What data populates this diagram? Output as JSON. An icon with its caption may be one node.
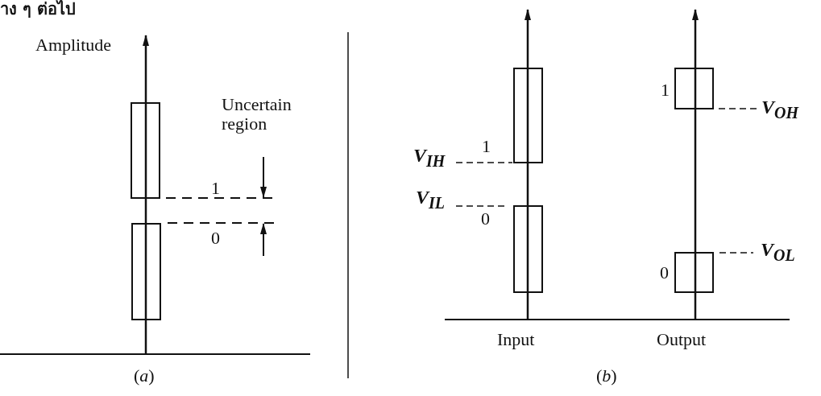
{
  "diagram": {
    "labels": [
      "าง ๆ ต่อไป",
      "Amplitude",
      "Uncertain region",
      "1",
      "0",
      "(*a*)",
      "V$_{IH}$",
      "1",
      "V$_{IL}$",
      "0",
      "1",
      "V$_{OH}$",
      "0",
      "V$_{OL}$",
      "Input",
      "Output",
      "(*b*)"
    ]
  }
}
